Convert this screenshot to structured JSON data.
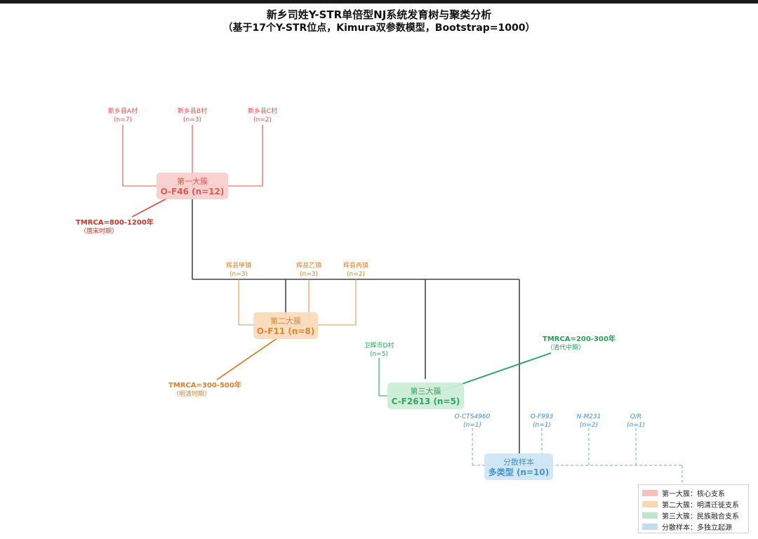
{
  "title": {
    "line1": "新乡司姓Y-STR单倍型NJ系统发育树与聚类分析",
    "line2": "（基于17个Y-STR位点，Kimura双参数模型，Bootstrap=1000）"
  },
  "clusters": {
    "c1": {
      "name": "第一大簇",
      "label": "O-F46 (n=12)",
      "color": "#d9534f",
      "bg": "#f8d0cc"
    },
    "c2": {
      "name": "第二大簇",
      "label": "O-F11 (n=8)",
      "color": "#d9822b",
      "bg": "#fadcbc"
    },
    "c3": {
      "name": "第三大簇",
      "label": "C-F2613 (n=5)",
      "color": "#27a05a",
      "bg": "#cdeed8"
    },
    "c4": {
      "name": "分散样本",
      "label": "多类型 (n=10)",
      "color": "#3a8fc8",
      "bg": "#cfe6f6"
    }
  },
  "leaves": {
    "a": {
      "name": "新乡县A村",
      "n": "(n=7)"
    },
    "b": {
      "name": "新乡县B村",
      "n": "(n=3)"
    },
    "c": {
      "name": "新乡县C村",
      "n": "(n=2)"
    },
    "d": {
      "name": "辉县甲镇",
      "n": "(n=3)"
    },
    "e": {
      "name": "辉县乙镇",
      "n": "(n=3)"
    },
    "f": {
      "name": "辉县丙镇",
      "n": "(n=2)"
    },
    "g": {
      "name": "卫辉市D村",
      "n": "(n=5)"
    },
    "h": {
      "name": "O-CTS4960",
      "n": "(n=1)"
    },
    "i": {
      "name": "O-F993",
      "n": "(n=1)"
    },
    "j": {
      "name": "N-M231",
      "n": "(n=2)"
    },
    "k": {
      "name": "Q/R",
      "n": "(n=1)"
    }
  },
  "tmrca": {
    "c1": {
      "value": "TMRCA=800-1200年",
      "era": "（唐宋时期）"
    },
    "c2": {
      "value": "TMRCA=300-500年",
      "era": "（明清时期）"
    },
    "c3": {
      "value": "TMRCA=200-300年",
      "era": "（清代中期）"
    }
  },
  "legend": [
    {
      "label": "第一大簇：核心支系",
      "color": "#f4c1bc"
    },
    {
      "label": "第二大簇：明清迁徙支系",
      "color": "#f7d7b0"
    },
    {
      "label": "第三大簇：民族融合支系",
      "color": "#bfe6cc"
    },
    {
      "label": "分散样本：多独立起源",
      "color": "#bfdcf0"
    }
  ]
}
